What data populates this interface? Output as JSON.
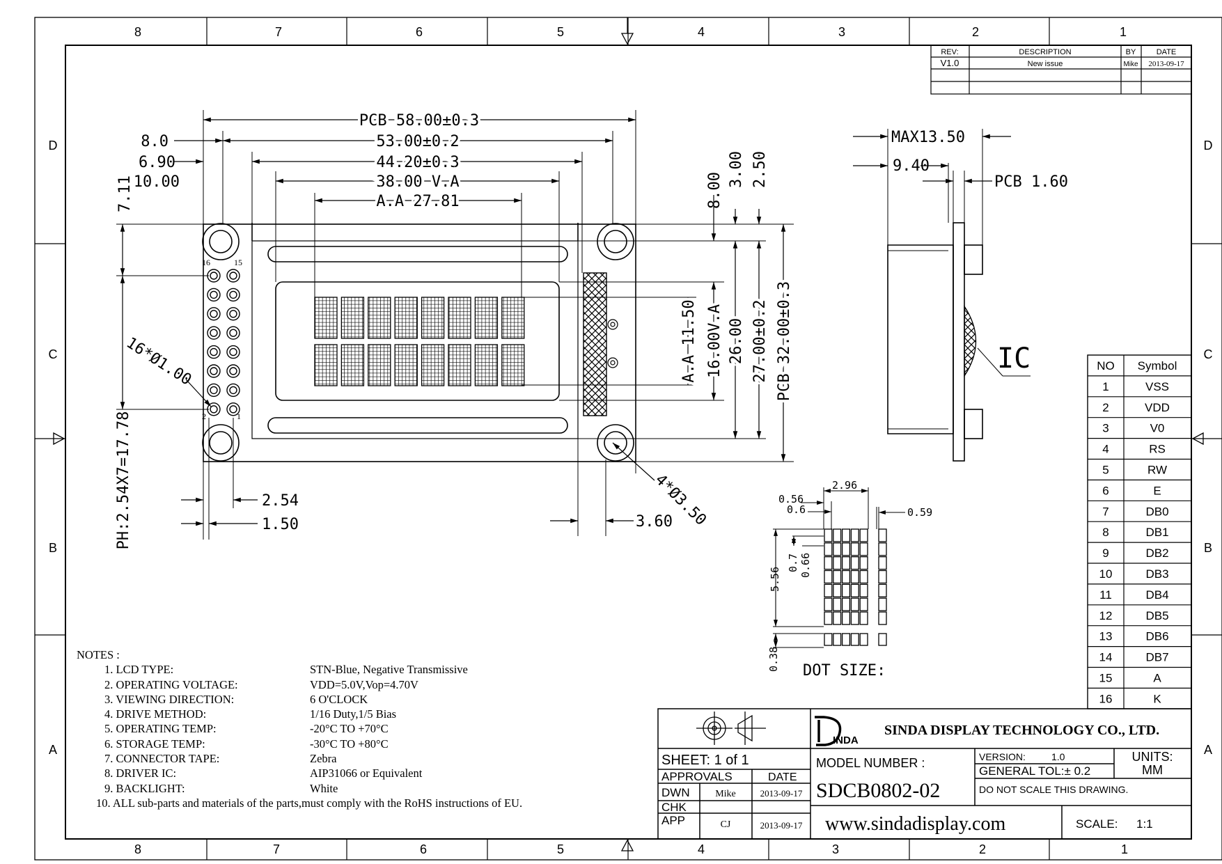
{
  "frame": {
    "col_labels": [
      "8",
      "7",
      "6",
      "5",
      "4",
      "3",
      "2",
      "1"
    ],
    "row_labels": [
      "D",
      "C",
      "B",
      "A"
    ]
  },
  "revision": {
    "headers": [
      "REV:",
      "DESCRIPTION",
      "BY",
      "DATE"
    ],
    "rows": [
      [
        "V1.0",
        "New issue",
        "Mike",
        "2013-09-17"
      ]
    ]
  },
  "front_view": {
    "dims": {
      "pcb_width": "PCB 58.00±0.3",
      "bezel_width": "53.00±0.2",
      "va_outer": "44.20±0.3",
      "va": "38.00 V.A",
      "aa": "A.A 27.81",
      "d_8_0": "8.0",
      "d_6_90": "6.90",
      "d_10_00": "10.00",
      "d_7_11": "7.11",
      "pin_span": "PH:2.54X7=17.78",
      "pin_holes": "16*Ø1.00",
      "mount_holes": "4*Ø3.50",
      "pitch": "2.54",
      "pad": "1.50",
      "edge": "3.60",
      "v_8_00": "8.00",
      "v_3_00": "3.00",
      "v_2_50": "2.50",
      "aa_h": "A.A 11.50",
      "va_h": "16.00V.A",
      "d_26": "26.00",
      "bezel_h": "27.00±0.2",
      "pcb_h": "PCB 32.00±0.3"
    },
    "pin_labels": [
      "16",
      "15",
      "2",
      "1"
    ]
  },
  "side_view": {
    "max": "MAX13.50",
    "d_9_40": "9.40",
    "pcb": "PCB 1.60",
    "ic": "IC"
  },
  "dot_size": {
    "title": "DOT SIZE:",
    "d_2_96": "2.96",
    "d_0_56": "0.56",
    "d_0_6": "0.6",
    "d_0_59": "0.59",
    "d_5_56": "5.56",
    "d_0_7": "0.7",
    "d_0_66": "0.66",
    "d_0_38": "0.38"
  },
  "pinout": {
    "headers": [
      "NO",
      "Symbol"
    ],
    "rows": [
      [
        "1",
        "VSS"
      ],
      [
        "2",
        "VDD"
      ],
      [
        "3",
        "V0"
      ],
      [
        "4",
        "RS"
      ],
      [
        "5",
        "RW"
      ],
      [
        "6",
        "E"
      ],
      [
        "7",
        "DB0"
      ],
      [
        "8",
        "DB1"
      ],
      [
        "9",
        "DB2"
      ],
      [
        "10",
        "DB3"
      ],
      [
        "11",
        "DB4"
      ],
      [
        "12",
        "DB5"
      ],
      [
        "13",
        "DB6"
      ],
      [
        "14",
        "DB7"
      ],
      [
        "15",
        "A"
      ],
      [
        "16",
        "K"
      ]
    ]
  },
  "notes": {
    "title": "NOTES :",
    "items": [
      {
        "label": "1. LCD TYPE:",
        "value": "STN-Blue, Negative Transmissive"
      },
      {
        "label": "2. OPERATING VOLTAGE:",
        "value": "VDD=5.0V,Vop=4.70V"
      },
      {
        "label": "3. VIEWING DIRECTION:",
        "value": "6 O'CLOCK"
      },
      {
        "label": "4. DRIVE METHOD:",
        "value": "1/16 Duty,1/5 Bias"
      },
      {
        "label": "5. OPERATING TEMP:",
        "value": "-20°C TO +70°C"
      },
      {
        "label": "6. STORAGE TEMP:",
        "value": "-30°C TO +80°C"
      },
      {
        "label": "7. CONNECTOR TAPE:",
        "value": "Zebra"
      },
      {
        "label": "8. DRIVER IC:",
        "value": "AIP31066 or Equivalent"
      },
      {
        "label": "9. BACKLIGHT:",
        "value": "White"
      }
    ],
    "last": "10. ALL sub-parts and materials of the parts,must comply with the RoHS instructions of EU."
  },
  "title_block": {
    "logo": "INDA",
    "company": "SINDA DISPLAY TECHNOLOGY CO., LTD.",
    "sheet": "SHEET: 1 of 1",
    "approvals": "APPROVALS",
    "date_header": "DATE",
    "dwn": "DWN",
    "dwn_name": "Mike",
    "dwn_date": "2013-09-17",
    "chk": "CHK",
    "app": "APP",
    "app_name": "CJ",
    "app_date": "2013-09-17",
    "model_label": "MODEL NUMBER :",
    "model": "SDCB0802-02",
    "version_label": "VERSION:",
    "version": "1.0",
    "units_label": "UNITS:",
    "units": "MM",
    "tol": "GENERAL TOL:± 0.2",
    "noscale": "DO NOT SCALE THIS DRAWING.",
    "website": "www.sindadisplay.com",
    "scale_label": "SCALE:",
    "scale": "1:1"
  }
}
